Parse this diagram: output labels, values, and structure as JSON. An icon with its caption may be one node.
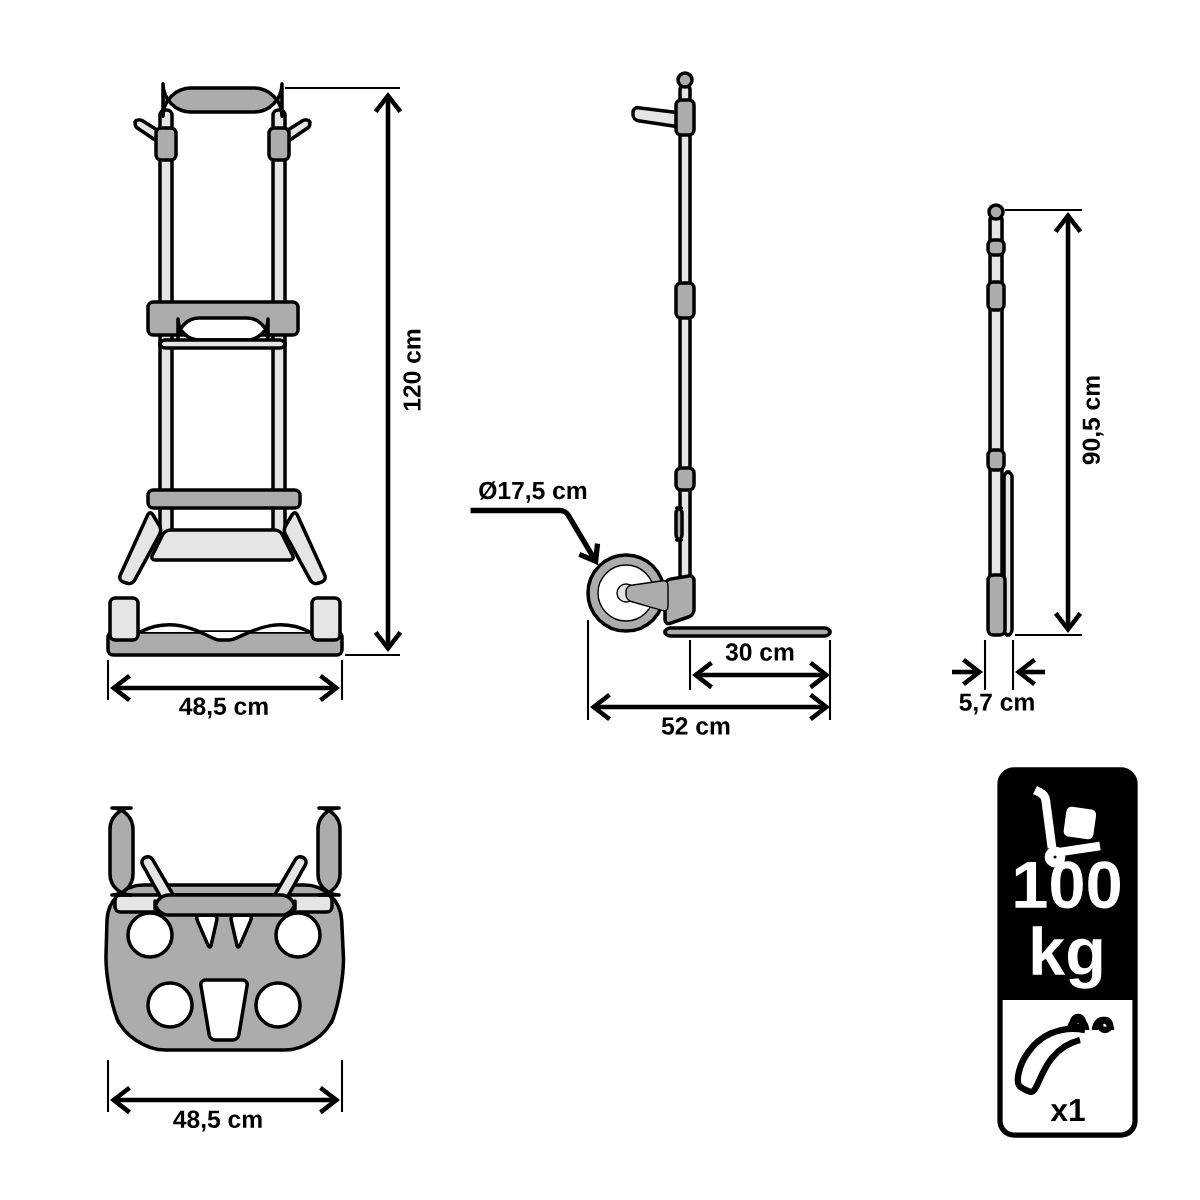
{
  "diagram": {
    "nodes": [
      {
        "text": [
          "Ø17,5 cm"
        ]
      },
      {
        "text": [],
        "shape": "circle"
      }
    ],
    "edges": [
      {
        "from": 0,
        "to": 1,
        "arrow": "to"
      }
    ],
    "labels": [
      "120 cm",
      "90,5 cm",
      "30 cm",
      "48,5 cm",
      "5,7 cm",
      "52 cm",
      "100 kg",
      "x1",
      "48,5 cm"
    ]
  }
}
